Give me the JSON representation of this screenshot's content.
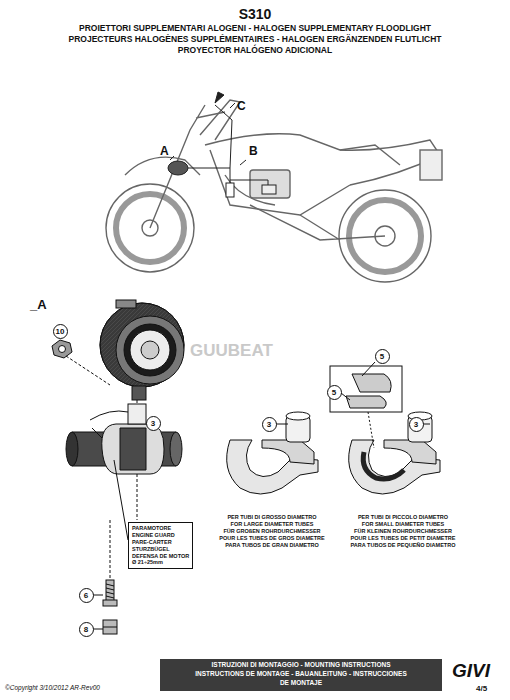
{
  "diagram": {
    "title": "S310",
    "nodes": [
      {
        "text": [
          "10"
        ]
      },
      {
        "text": [
          "5"
        ]
      },
      {
        "text": [
          "5"
        ]
      },
      {
        "text": [
          "3"
        ]
      },
      {
        "text": [
          "3"
        ]
      },
      {
        "text": [
          "3"
        ]
      },
      {
        "text": [
          "PARAMOTORE",
          "ENGINE GUARD",
          "PARE-CARTER",
          "STURZBÜGEL",
          "DEFENSA DE MOTOR",
          "Ø 21÷25mm"
        ]
      },
      {
        "text": [
          "6"
        ]
      },
      {
        "text": [
          "8"
        ]
      }
    ],
    "labels": [
      "PROIETTORI SUPPLEMENTARI ALOGENI - HALOGEN SUPPLEMENTARY FLOODLIGHT",
      "PROJECTEURS HALOGÈNES SUPPLÉMENTAIRES - HALOGEN ERGÄNZENDEN FLUTLICHT",
      "PROYECTOR HALÓGENO ADICIONAL",
      "C",
      "A",
      "B",
      "_A",
      "GUUBEAT",
      "PER TUBI DI GROSSO DIAMETRO",
      "FOR LARGE DIAMETER TUBES",
      "FÜR GROßEN ROHRDURCHMESSER",
      "POUR LES TUBES DE GROS DIAMETRE",
      "PARA TUBOS DE GRAN DIAMETRO",
      "PER TUBI DI PICCOLO DIAMETRO",
      "FOR SMALL DIAMETER TUBES",
      "FÜR KLEINEN ROHRDURCHMESSER",
      "POUR LES TUBES DE PETIT DIAMETRE",
      "PARA TUBOS DE PEQUEÑO DIAMETRO",
      "ISTRUZIONI DI MONTAGGIO  -  MOUNTING INSTRUCTIONS",
      "INSTRUCTIONS DE MONTAGE - BAUANLEITUNG - INSTRUCCIONES",
      "DE MONTAJE",
      "©Copyright 3/10/2012 AR-Rev00",
      "GIVI",
      "4/5"
    ]
  }
}
